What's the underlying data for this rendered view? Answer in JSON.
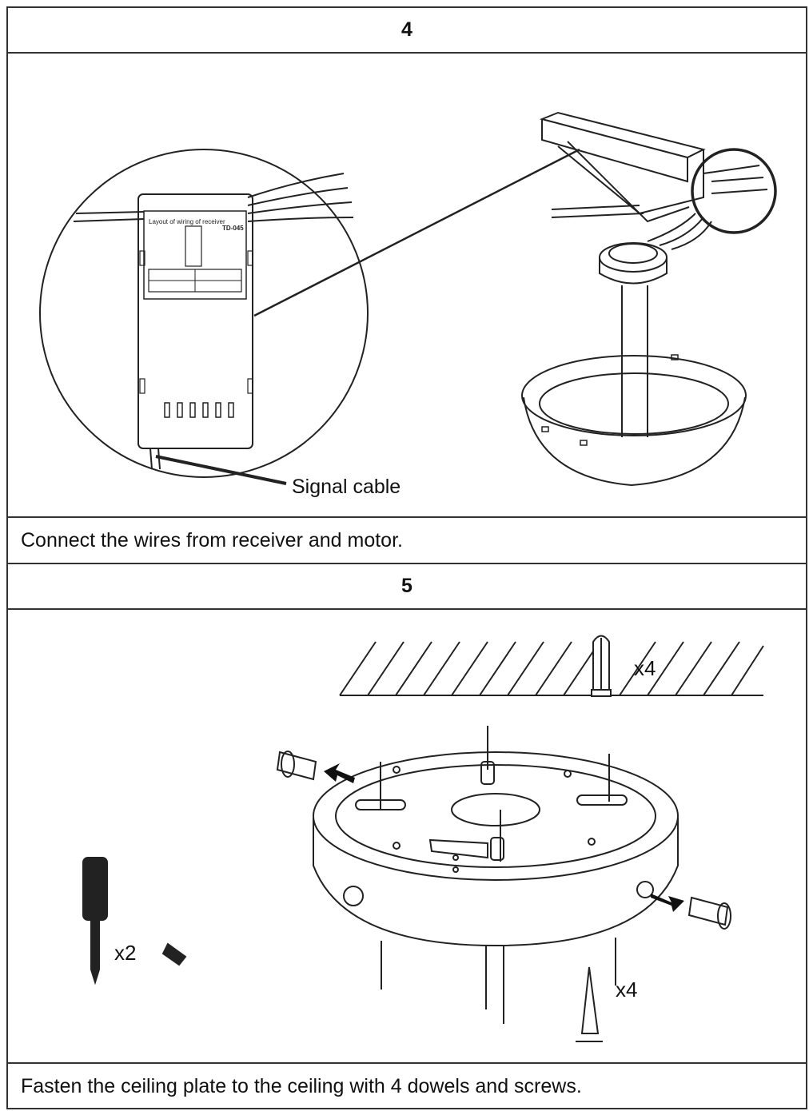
{
  "step4": {
    "number": "4",
    "callout_label": "Signal cable",
    "receiver_title": "Layout of wiring of receiver",
    "receiver_model": "TD-045",
    "caption": "Connect the wires from receiver and motor."
  },
  "step5": {
    "number": "5",
    "dowel_qty": "x4",
    "screw_qty": "x4",
    "tool_qty": "x2",
    "caption": "Fasten the ceiling plate to the ceiling with 4 dowels and screws."
  }
}
